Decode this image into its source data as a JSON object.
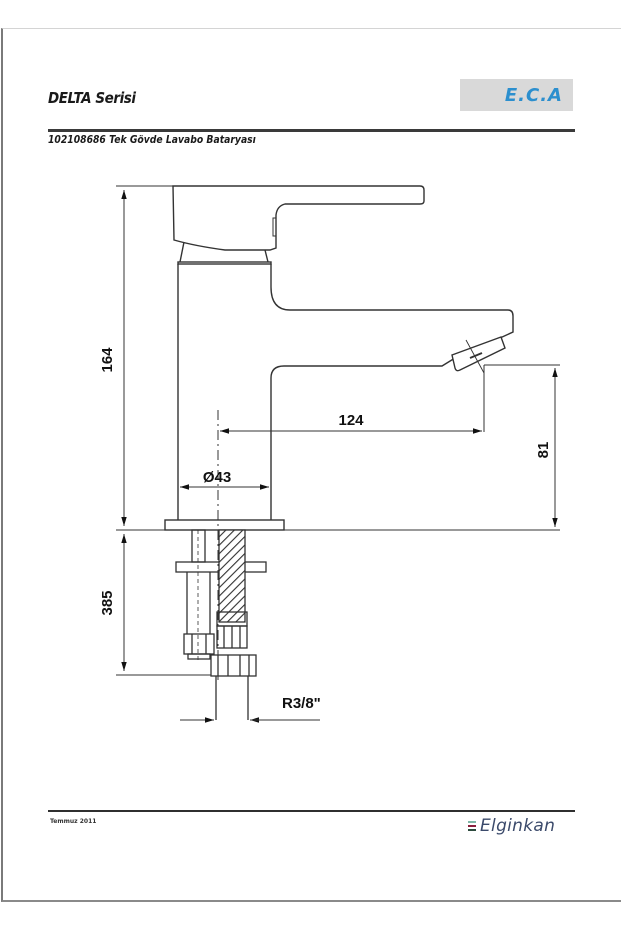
{
  "header": {
    "series": "DELTA Serisi",
    "product": "102108686 Tek Gövde Lavabo Bataryası",
    "brand_logo": "E.C.A",
    "brand_color": "#2c8fce"
  },
  "drawing": {
    "subject": "single-lever basin mixer, side elevation",
    "dimensions": {
      "total_height": "164",
      "spout_reach": "124",
      "spout_height": "81",
      "body_diameter": "Ø43",
      "hose_length": "385",
      "connection": "R3/8\""
    }
  },
  "footer": {
    "date": "Temmuz 2011",
    "company": "Elginkan",
    "mark_colors": [
      "#7fb8a8",
      "#8a1f3c",
      "#2d4a3e"
    ]
  }
}
